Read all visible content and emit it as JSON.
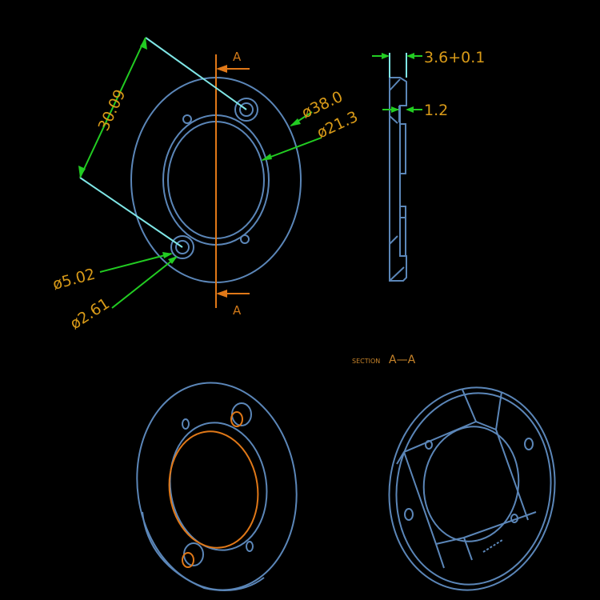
{
  "drawing": {
    "section_marker_top": "A",
    "section_marker_bottom": "A",
    "section_label_prefix": "SECTION",
    "section_label_id": "A—A",
    "dimensions": {
      "hole_spacing": "30.09",
      "outer_diameter": "ø38.0",
      "inner_diameter": "ø21.3",
      "counterbore_diameter": "ø5.02",
      "hole_diameter": "ø2.61",
      "thickness": "3.6+0.1",
      "step": "1.2"
    },
    "colors": {
      "part_lines": "#5b86b8",
      "section_line": "#e07818",
      "dimension_lines": "#22cc22",
      "extension_lines": "#7fe6e6",
      "dimension_text": "#d89a18",
      "background": "#000000"
    }
  }
}
